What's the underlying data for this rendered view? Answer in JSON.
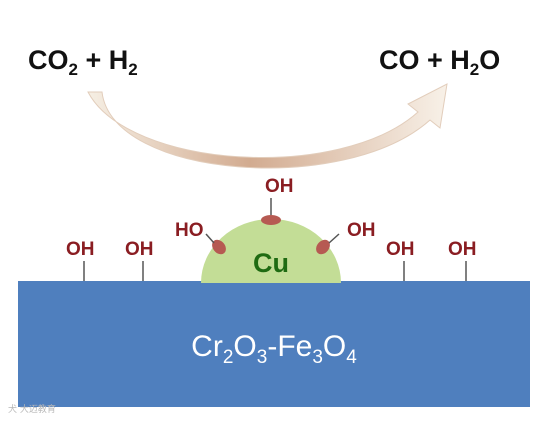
{
  "reaction": {
    "reactants": {
      "a": "CO",
      "a_sub": "2",
      "plus": " + ",
      "b": "H",
      "b_sub": "2"
    },
    "products": {
      "a": "CO + H",
      "a_sub": "2",
      "b": "O"
    }
  },
  "nanoparticle": {
    "label": "Cu",
    "groups": [
      "HO",
      "OH",
      "OH"
    ]
  },
  "surface_groups": [
    "OH",
    "OH",
    "OH",
    "OH"
  ],
  "support": {
    "p1": "Cr",
    "s1": "2",
    "p2": "O",
    "s2": "3",
    "p3": "-Fe",
    "s3": "3",
    "p4": "O",
    "s4": "4"
  },
  "watermark": {
    "text": "犬 大迈教育"
  },
  "colors": {
    "support": "#4f7fbe",
    "nanoparticle": "#c3dd96",
    "hydroxyl_text": "#8a1d22",
    "bump": "#b65a52",
    "arrow_light": "#f4ece0",
    "arrow_dark": "#c9a188"
  }
}
